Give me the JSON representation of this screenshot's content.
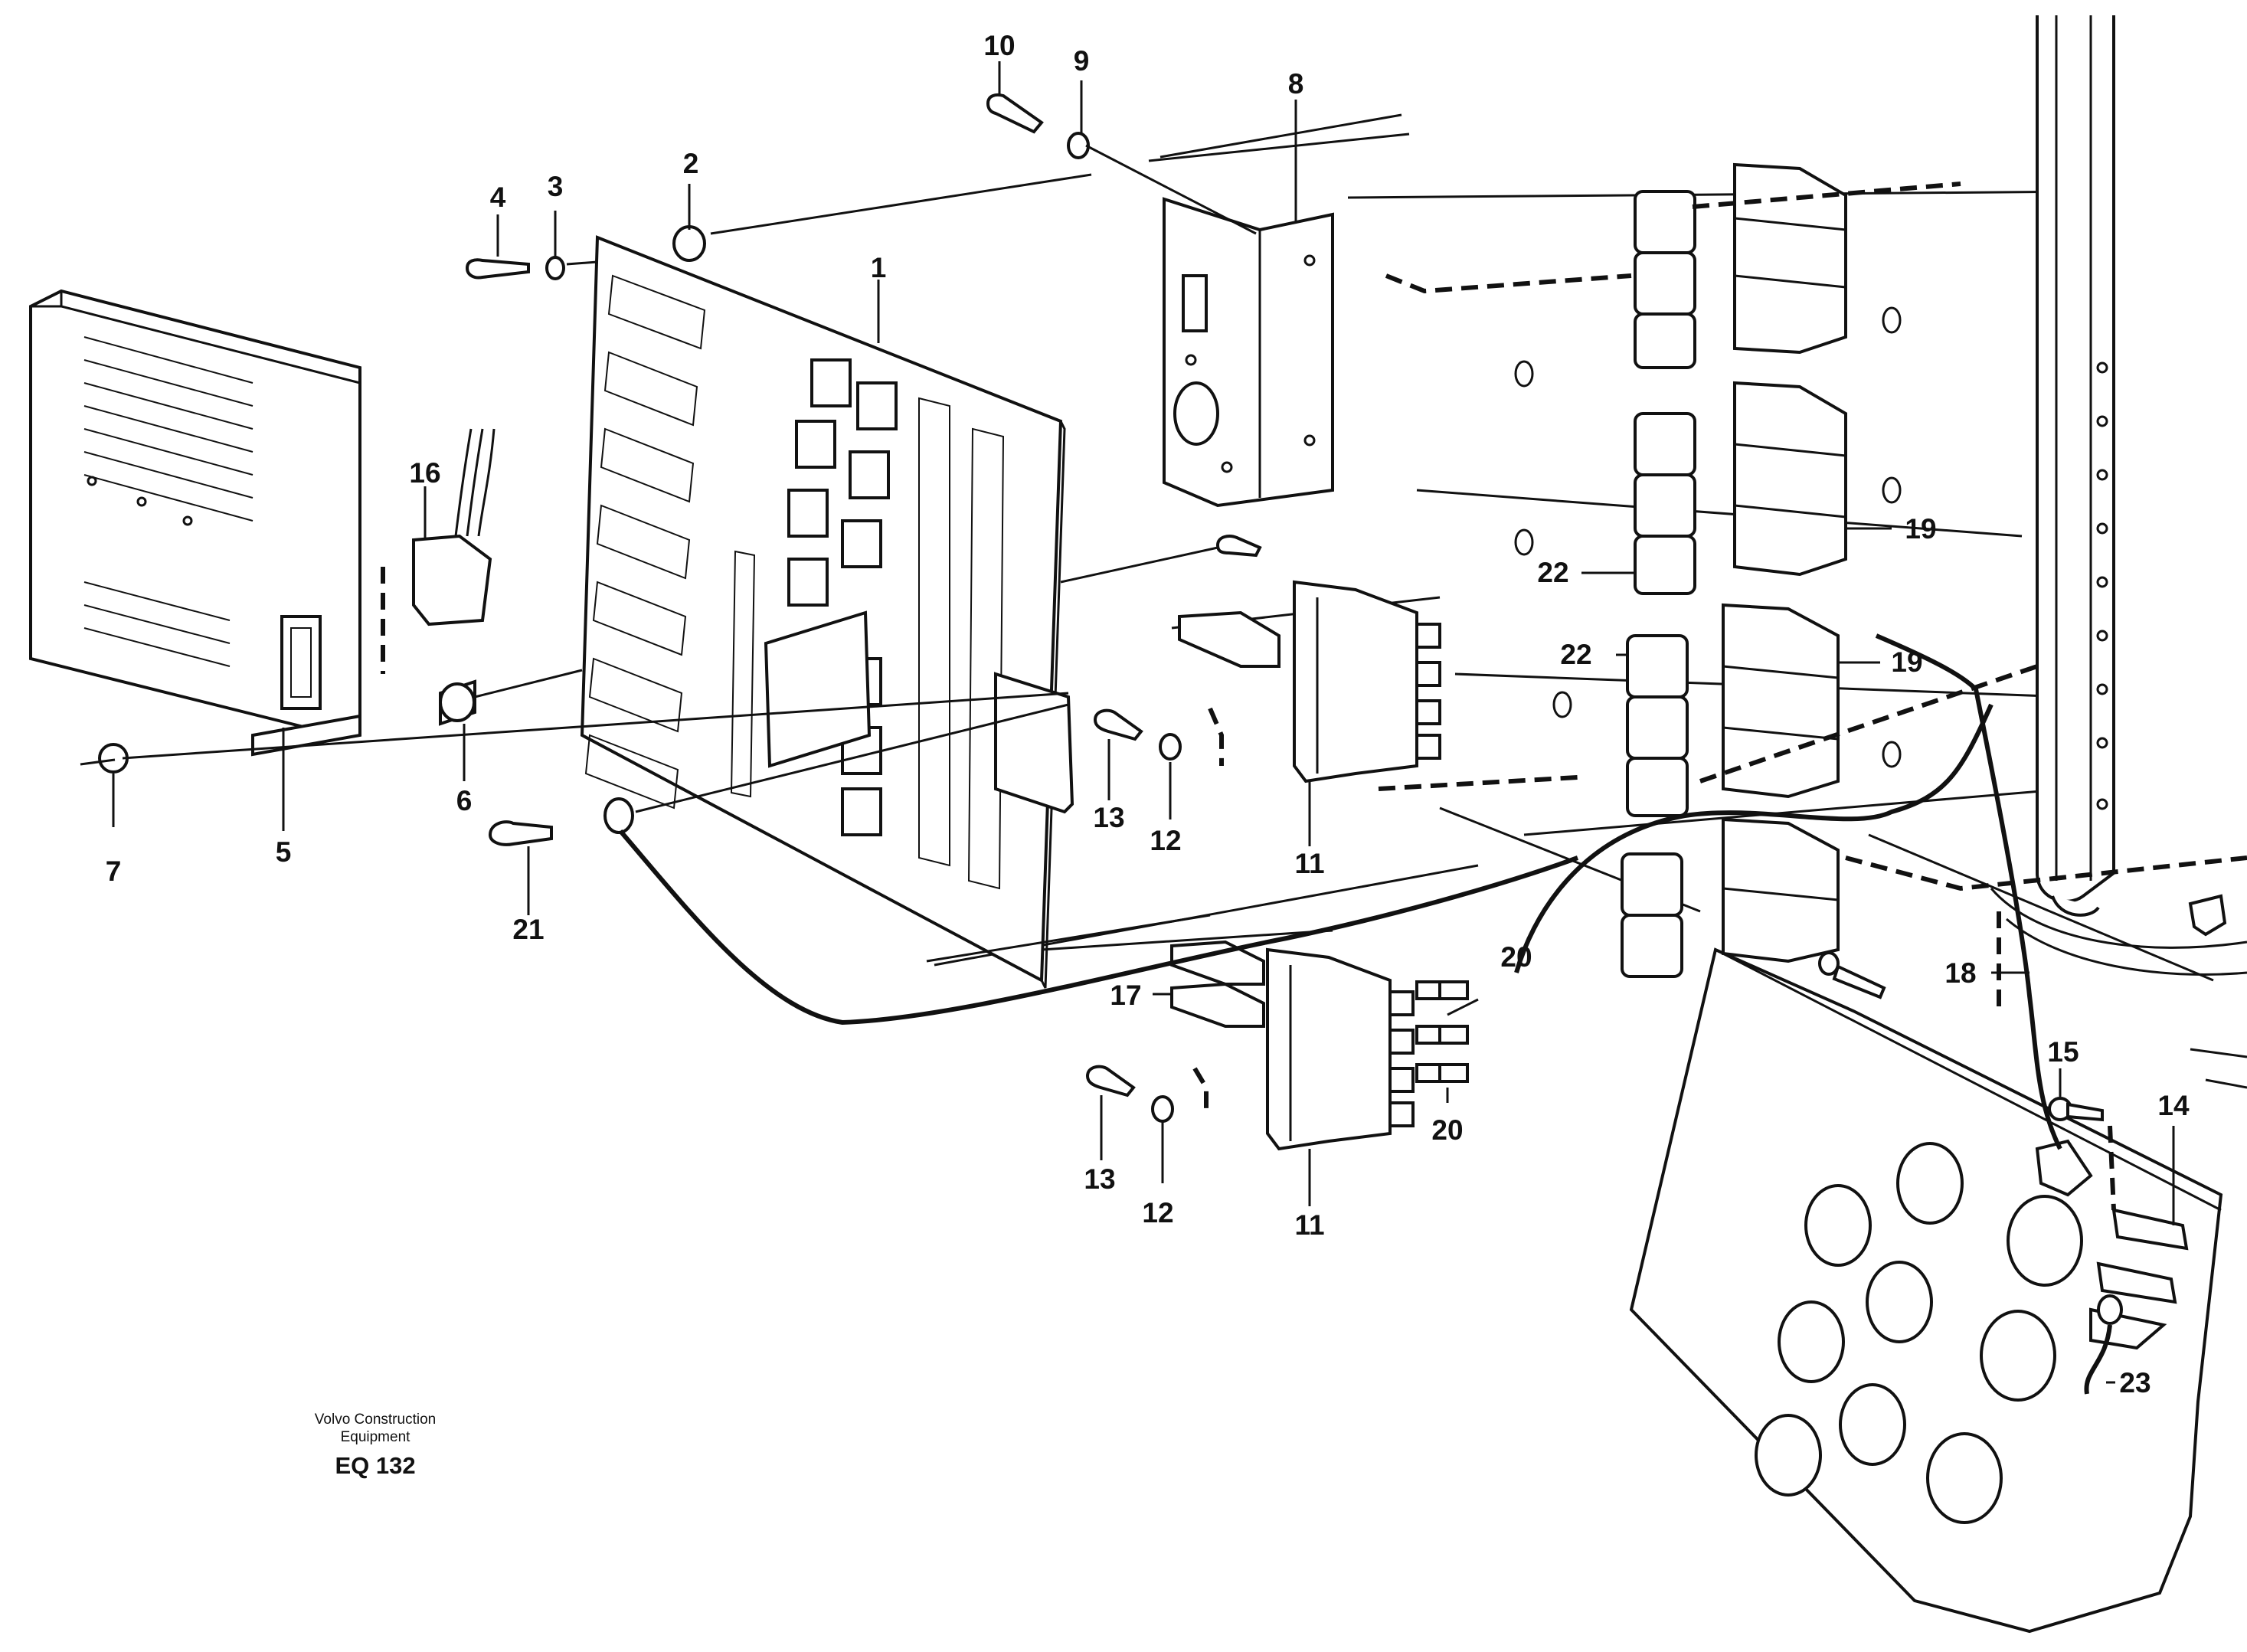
{
  "caption": {
    "maker_line1": "Volvo Construction",
    "maker_line2": "Equipment",
    "figure_code": "EQ 132"
  },
  "callouts": [
    {
      "id": "c1",
      "label": "1"
    },
    {
      "id": "c2",
      "label": "2"
    },
    {
      "id": "c3",
      "label": "3"
    },
    {
      "id": "c4",
      "label": "4"
    },
    {
      "id": "c5",
      "label": "5"
    },
    {
      "id": "c6",
      "label": "6"
    },
    {
      "id": "c7",
      "label": "7"
    },
    {
      "id": "c8",
      "label": "8"
    },
    {
      "id": "c9",
      "label": "9"
    },
    {
      "id": "c10",
      "label": "10"
    },
    {
      "id": "c11a",
      "label": "11"
    },
    {
      "id": "c11b",
      "label": "11"
    },
    {
      "id": "c12a",
      "label": "12"
    },
    {
      "id": "c12b",
      "label": "12"
    },
    {
      "id": "c13a",
      "label": "13"
    },
    {
      "id": "c13b",
      "label": "13"
    },
    {
      "id": "c14",
      "label": "14"
    },
    {
      "id": "c15",
      "label": "15"
    },
    {
      "id": "c16",
      "label": "16"
    },
    {
      "id": "c17",
      "label": "17"
    },
    {
      "id": "c18",
      "label": "18"
    },
    {
      "id": "c19a",
      "label": "19"
    },
    {
      "id": "c19b",
      "label": "19"
    },
    {
      "id": "c20a",
      "label": "20"
    },
    {
      "id": "c20b",
      "label": "20"
    },
    {
      "id": "c21",
      "label": "21"
    },
    {
      "id": "c22a",
      "label": "22"
    },
    {
      "id": "c22b",
      "label": "22"
    },
    {
      "id": "c23",
      "label": "23"
    }
  ]
}
